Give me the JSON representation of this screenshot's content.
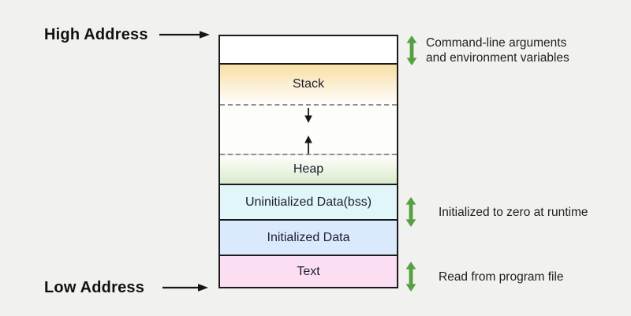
{
  "labels": {
    "high_address": "High Address",
    "low_address": "Low Address"
  },
  "sections": {
    "stack": "Stack",
    "heap": "Heap",
    "bss": "Uninitialized Data(bss)",
    "initialized_data": "Initialized Data",
    "text": "Text"
  },
  "annotations": {
    "argv": {
      "line1": "Command-line arguments",
      "line2": "and environment variables"
    },
    "bss": "Initialized to zero at runtime",
    "text": "Read from program file"
  },
  "icons": {
    "arrow_right": "→",
    "arrow_down": "↓",
    "arrow_up": "↑",
    "double_arrow_vertical": "↕"
  },
  "colors": {
    "background": "#f1f1ef",
    "box_border": "#1a1a1a",
    "arrow_black": "#161616",
    "arrow_green": "#55a041",
    "dashed_line": "#8f8f8f",
    "stack_gradient_top": "#f7dfa3",
    "heap_gradient_bottom": "#d8ebcd",
    "bss_fill": "#e1f6f9",
    "initialized_data_fill": "#dbe9fc",
    "text_fill": "#fcdef3"
  }
}
